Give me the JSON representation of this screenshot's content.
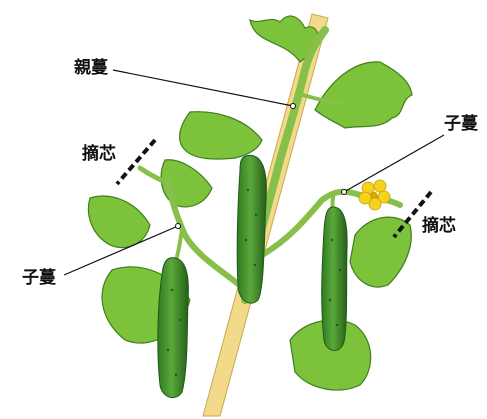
{
  "labels": {
    "main_vine": "親蔓",
    "pinch_left": "摘芯",
    "side_vine_right": "子蔓",
    "side_vine_left": "子蔓",
    "pinch_right": "摘芯"
  },
  "colors": {
    "leaf": "#7cc23a",
    "leaf_dark": "#3f7f1e",
    "stem": "#86c04a",
    "cucumber": "#3f8f2c",
    "cucumber_dark": "#1f5a18",
    "pole": "#f3d98a",
    "flower": "#f6d21c",
    "pinch_mark": "#111111",
    "leader_line": "#111111"
  },
  "icons": [
    "cucumber-plant-illustration",
    "pinch-mark-icon",
    "flower-icon"
  ]
}
